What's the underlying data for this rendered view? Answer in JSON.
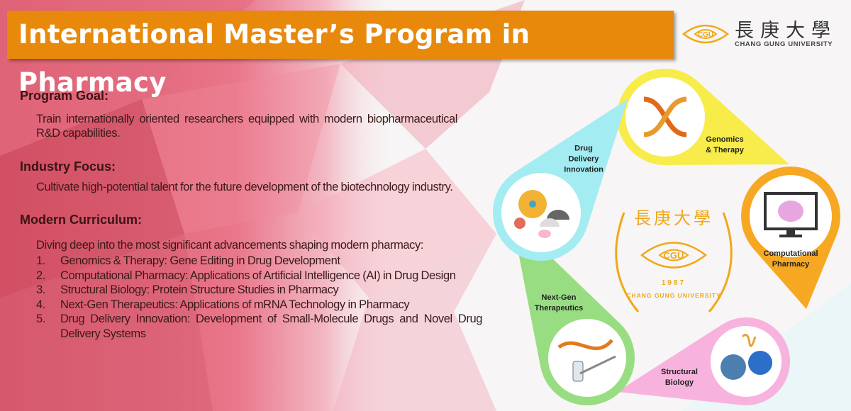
{
  "header": {
    "title": "International Master’s Program in Pharmacy"
  },
  "logo": {
    "chinese": "長庚大學",
    "english": "CHANG GUNG UNIVERSITY",
    "emblem": "CGU"
  },
  "sections": {
    "goal": {
      "heading": "Program Goal:",
      "text": "Train internationally oriented researchers equipped with modern biopharmaceutical R&D capabilities."
    },
    "focus": {
      "heading": "Industry Focus:",
      "text": "Cultivate high-potential talent for the future development of the biotechnology industry."
    },
    "curriculum": {
      "heading": "Modern Curriculum:",
      "intro": "Diving deep into the most significant advancements shaping modern pharmacy:",
      "items": [
        {
          "num": "1.",
          "text": "Genomics & Therapy: Gene Editing in Drug Development"
        },
        {
          "num": "2.",
          "text": "Computational Pharmacy: Applications of Artificial Intelligence (AI) in Drug Design"
        },
        {
          "num": "3.",
          "text": "Structural Biology: Protein Structure Studies in Pharmacy"
        },
        {
          "num": "4.",
          "text": "Next-Gen Therapeutics: Applications of mRNA Technology in Pharmacy"
        },
        {
          "num": "5.",
          "text": "Drug Delivery Innovation: Development of Small-Molecule Drugs and Novel Drug Delivery Systems"
        }
      ]
    }
  },
  "diagram": {
    "seal": {
      "chinese": "長庚大學",
      "year": "1987",
      "english": "CHANG GUNG UNIVERSITY",
      "emblem": "CGU"
    },
    "pins": [
      {
        "label": "Genomics\n& Therapy",
        "color": "#f7ec4a",
        "icon": "dna-icon"
      },
      {
        "label": "Computational\nPharmacy",
        "color": "#f7a823",
        "icon": "computer-brain-icon"
      },
      {
        "label": "Structural\nBiology",
        "color": "#f7b3de",
        "icon": "protein-icon"
      },
      {
        "label": "Next-Gen\nTherapeutics",
        "color": "#98dd82",
        "icon": "mrna-syringe-icon"
      },
      {
        "label": "Drug\nDelivery\nInnovation",
        "color": "#a3ecf2",
        "icon": "nanoparticle-icon"
      }
    ]
  },
  "colors": {
    "title_bar": "#e8890c",
    "brand_gold": "#f0a818",
    "heading": "#3b1414"
  }
}
